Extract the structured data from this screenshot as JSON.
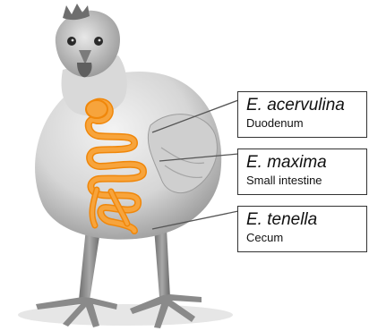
{
  "labels": [
    {
      "species": "E. acervulina",
      "site": "Duodenum"
    },
    {
      "species": "E. maxima",
      "site": "Small intestine"
    },
    {
      "species": "E. tenella",
      "site": "Cecum"
    }
  ],
  "colors": {
    "intestine_fill": "#f7a43c",
    "intestine_outline": "#f0870a",
    "leader_line": "#555555",
    "box_border": "#333333"
  },
  "icons": [
    "chicken-photo",
    "intestine-illustration"
  ]
}
